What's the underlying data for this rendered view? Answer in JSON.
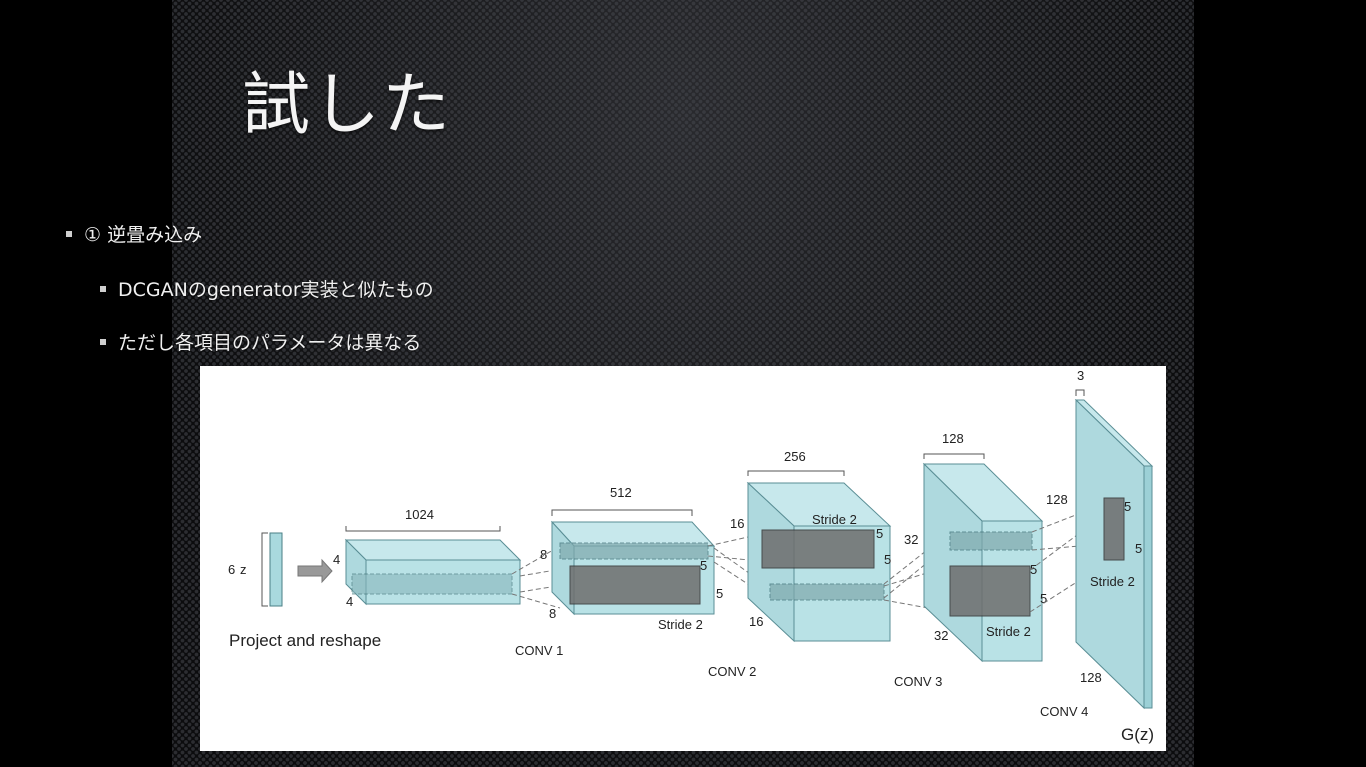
{
  "slide": {
    "title": "試した",
    "bullets": [
      "① 逆畳み込み",
      "DCGANのgenerator実装と似たもの",
      "ただし各項目のパラメータは異なる"
    ]
  },
  "diagram": {
    "input": {
      "size": "6",
      "var": "z",
      "caption": "Project and reshape"
    },
    "conv1": {
      "depth": "1024",
      "h": "4",
      "w": "4",
      "caption": "CONV 1"
    },
    "conv2": {
      "depth": "512",
      "h": "8",
      "w": "8",
      "kernel_h": "5",
      "kernel_w": "5",
      "stride": "Stride 2",
      "caption": "CONV 2"
    },
    "conv3": {
      "depth": "256",
      "h": "16",
      "w": "16",
      "kernel_h": "5",
      "kernel_w": "5",
      "stride": "Stride 2",
      "caption": "CONV 3"
    },
    "conv4": {
      "depth": "128",
      "h": "32",
      "w": "32",
      "kernel_h": "5",
      "kernel_w": "5",
      "stride": "Stride 2",
      "caption": "CONV 4"
    },
    "output": {
      "depth": "3",
      "h": "128",
      "w": "128",
      "kernel_h": "5",
      "kernel_w": "5",
      "stride": "Stride 2",
      "caption": "G(z)"
    }
  }
}
